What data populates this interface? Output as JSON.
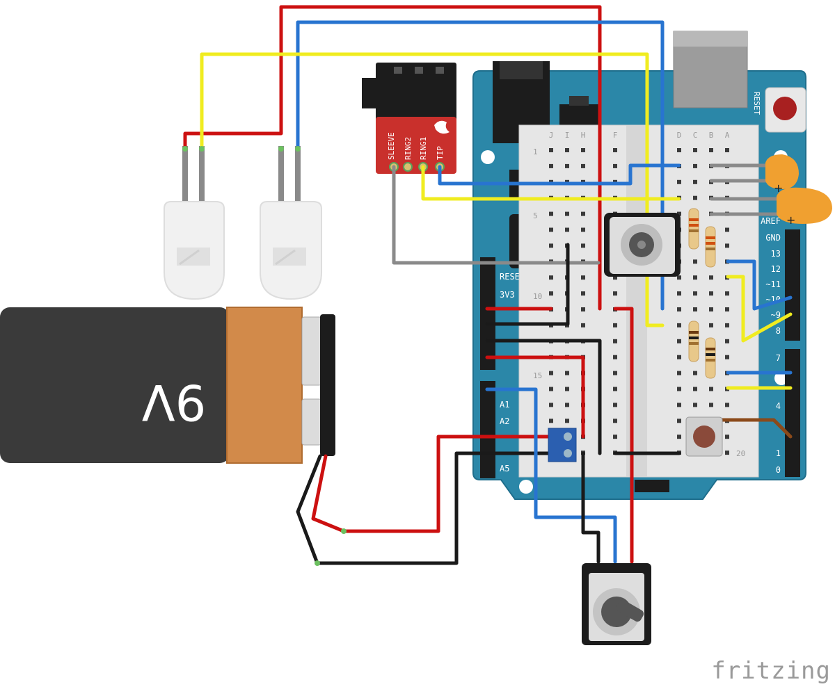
{
  "battery": {
    "label": "9V"
  },
  "audio_breakout": {
    "pins": [
      "SLEEVE",
      "RING2",
      "RING1",
      "TIP"
    ]
  },
  "arduino": {
    "reset_label": "RESET",
    "left_header": [
      "RESE",
      "3V3",
      "A1",
      "A2",
      "A5"
    ],
    "right_header": [
      "AREF",
      "GND",
      "13",
      "12",
      "~11",
      "~10",
      "~9",
      "8",
      "7",
      "4",
      "1",
      "0"
    ]
  },
  "breadboard": {
    "columns": [
      "J",
      "I",
      "H",
      "F",
      "D",
      "C",
      "B",
      "A"
    ],
    "row_numbers": [
      "1",
      "5",
      "10",
      "15",
      "20"
    ]
  },
  "watermark": "fritzing",
  "colors": {
    "wire_red": "#cc1010",
    "wire_blue": "#2874d0",
    "wire_yellow": "#f0ec20",
    "wire_black": "#1a1a1a",
    "wire_grey": "#8a8a8a",
    "arduino_board": "#2b87a8",
    "breakout_board": "#c9302c",
    "capacitor": "#f0a030",
    "battery_orange": "#d28a4a"
  }
}
